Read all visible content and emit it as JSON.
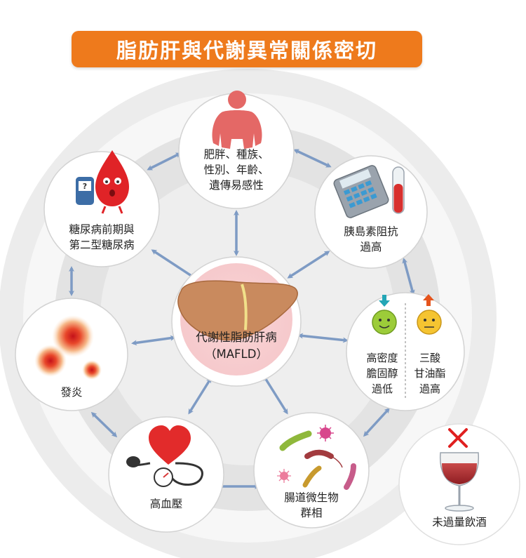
{
  "title": "脂肪肝與代謝異常關係密切",
  "center": {
    "line1": "代謝性脂肪肝病",
    "line2": "（MAFLD）"
  },
  "nodes": {
    "obesity": "肥胖、種族、\n性別、年齡、\n遺傳易感性",
    "insulin": "胰島素阻抗\n過高",
    "lipid_hdl": "高密度\n膽固醇\n過低",
    "lipid_tg": "三酸\n甘油酯\n過高",
    "gut": "腸道微生物\n群相",
    "bp": "高血壓",
    "inflammation": "發炎",
    "diabetes": "糖尿病前期與\n第二型糖尿病",
    "alcohol": "未過量飲酒"
  },
  "icons": {
    "question_mark": "?"
  },
  "colors": {
    "title_bg": "#ee7a1c",
    "arrow": "#7e9bc4",
    "ring": "#e6e6e6",
    "inner_ring": "#d9d9d9",
    "liver": "#c98a5e",
    "cross": "#e02020"
  }
}
